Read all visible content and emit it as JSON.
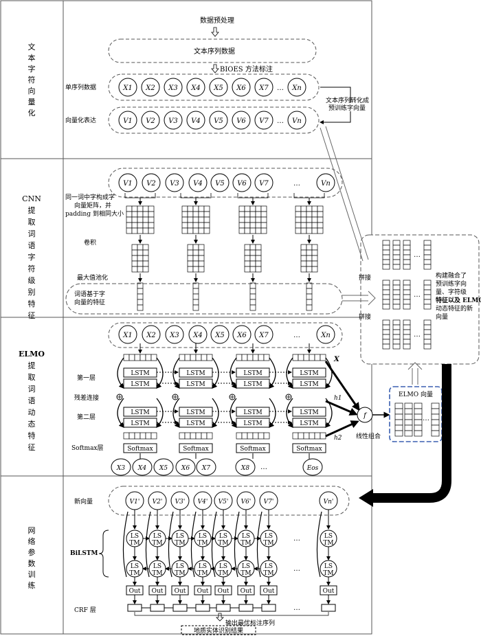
{
  "sections": [
    {
      "title_chars": [
        "文",
        "本",
        "字",
        "符",
        "向",
        "量",
        "化"
      ]
    },
    {
      "title_chars": [
        "CNN",
        "提",
        "取",
        "词",
        "语",
        "字",
        "符",
        "级",
        "别",
        "特",
        "征"
      ]
    },
    {
      "title_chars": [
        "ELMO",
        "提",
        "取",
        "词",
        "语",
        "动",
        "态",
        "特",
        "征"
      ]
    },
    {
      "title_chars": [
        "网",
        "络",
        "参",
        "数",
        "训",
        "练"
      ]
    }
  ],
  "s1": {
    "preprocess": "数据预处理",
    "text_seq": "文本序列数据",
    "bioes": "BIOES 方法标注",
    "single_seq_label": "单序列数据",
    "vector_label": "向量化表达",
    "x_tokens": [
      "X1",
      "X2",
      "X3",
      "X4",
      "X5",
      "X6",
      "X7",
      "…",
      "Xn"
    ],
    "v_tokens": [
      "V1",
      "V2",
      "V3",
      "V4",
      "V5",
      "V6",
      "V7",
      "…",
      "Vn"
    ],
    "convert_note_1": "文本序列转化成",
    "convert_note_2": "预训练字向量"
  },
  "s2": {
    "v_tokens": [
      "V1",
      "V2",
      "V3",
      "V4",
      "V5",
      "V6",
      "V7",
      "…",
      "Vn"
    ],
    "note_1": "同一词中字构成字",
    "note_2": "向量矩阵，并",
    "note_3": "padding 到相同大小",
    "conv": "卷积",
    "maxpool": "最大值池化",
    "feat_1": "词语基于字",
    "feat_2": "向量的特征"
  },
  "s3": {
    "x_tokens": [
      "X1",
      "X2",
      "X3",
      "X4",
      "X5",
      "X6",
      "X7",
      "…",
      "Xn"
    ],
    "layer1": "第一层",
    "residual": "残差连接",
    "layer2": "第二层",
    "softmax_layer": "Softmax层",
    "lstm": "LSTM",
    "softmax": "Softmax",
    "out_tokens": [
      "X3",
      "X4",
      "X5",
      "X6",
      "X7",
      "X8",
      "…",
      "Eos"
    ],
    "x_label": "X",
    "h1": "h1",
    "h2": "h2",
    "f": "f",
    "linear": "线性组合",
    "elmo_vec": "ELMO 向量"
  },
  "right": {
    "concat1": "拼接",
    "concat2": "拼接",
    "desc": [
      "构建融合了",
      "预训练字向",
      "量、字符级",
      "特征以及 ELMO",
      "动态特征的新",
      "向量"
    ],
    "ellipsis": "…"
  },
  "s4": {
    "new_vec": "新向量",
    "bilstm": "BiLSTM",
    "crf": "CRF 层",
    "v_tokens": [
      "V1'",
      "V2'",
      "V3'",
      "V4'",
      "V5'",
      "V6'",
      "V7'",
      "Vn'"
    ],
    "ls": "LS",
    "tm": "TM",
    "out": "Out",
    "dots": "…",
    "output_label": "输出最优标注序列",
    "result": "地质实体识别结果"
  }
}
